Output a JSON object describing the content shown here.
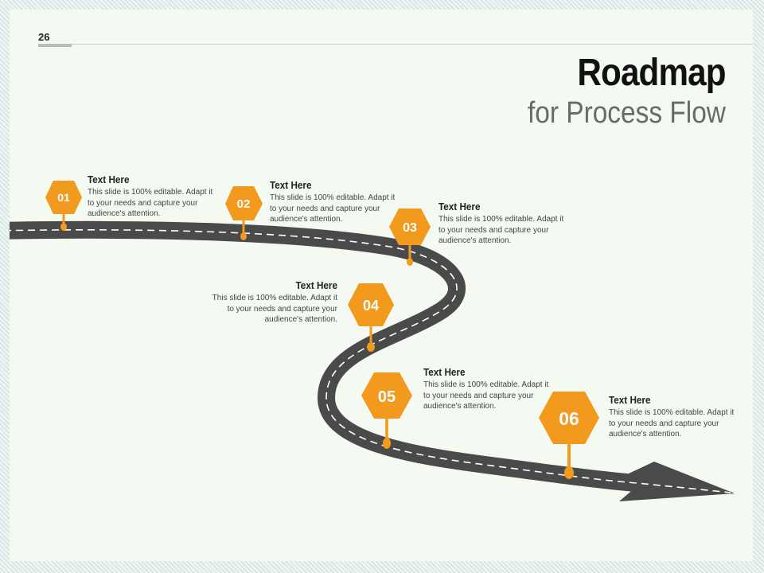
{
  "page_number": "26",
  "title": "Roadmap",
  "subtitle": "for Process Flow",
  "colors": {
    "accent": "#F29A1E",
    "road": "#4A4A4A",
    "background": "#F4F9F1"
  },
  "steps": [
    {
      "num": "01",
      "heading": "Text Here",
      "body": "This slide is 100% editable. Adapt it to your needs and capture your audience's attention."
    },
    {
      "num": "02",
      "heading": "Text Here",
      "body": "This slide is 100% editable. Adapt it to your needs and capture your audience's attention."
    },
    {
      "num": "03",
      "heading": "Text Here",
      "body": "This slide is 100% editable. Adapt it to your needs and capture your audience's attention."
    },
    {
      "num": "04",
      "heading": "Text Here",
      "body": "This slide is 100% editable. Adapt it to your needs and capture your audience's attention."
    },
    {
      "num": "05",
      "heading": "Text Here",
      "body": "This slide is 100% editable. Adapt it to your needs and capture your audience's attention."
    },
    {
      "num": "06",
      "heading": "Text Here",
      "body": "This slide is 100% editable. Adapt it to your needs and capture your audience's attention."
    }
  ]
}
